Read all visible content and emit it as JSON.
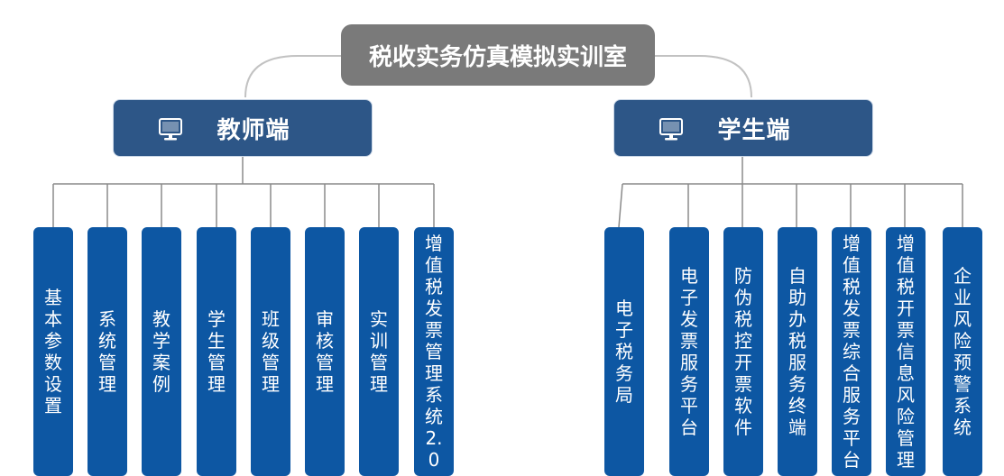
{
  "root": {
    "title": "税收实务仿真模拟实训室"
  },
  "teacher": {
    "label": "教师端",
    "icon": "monitor-icon",
    "items": [
      "基本参数设置",
      "系统管理",
      "教学案例",
      "学生管理",
      "班级管理",
      "审核管理",
      "实训管理",
      "增值税发票管理系统2.0"
    ]
  },
  "student": {
    "label": "学生端",
    "icon": "monitor-icon",
    "items": [
      "电子税务局",
      "电子发票服务平台",
      "防伪税控开票软件",
      "自助办税服务终端",
      "增值税发票综合服务平台",
      "增值税开票信息风险管理",
      "企业风险预警系统"
    ]
  },
  "colors": {
    "root": "#7a7a7a",
    "branch": "#2d5687",
    "leaf": "#0d57a3",
    "connector": "#c2c2c2",
    "tree_line": "#8a8a8a"
  }
}
